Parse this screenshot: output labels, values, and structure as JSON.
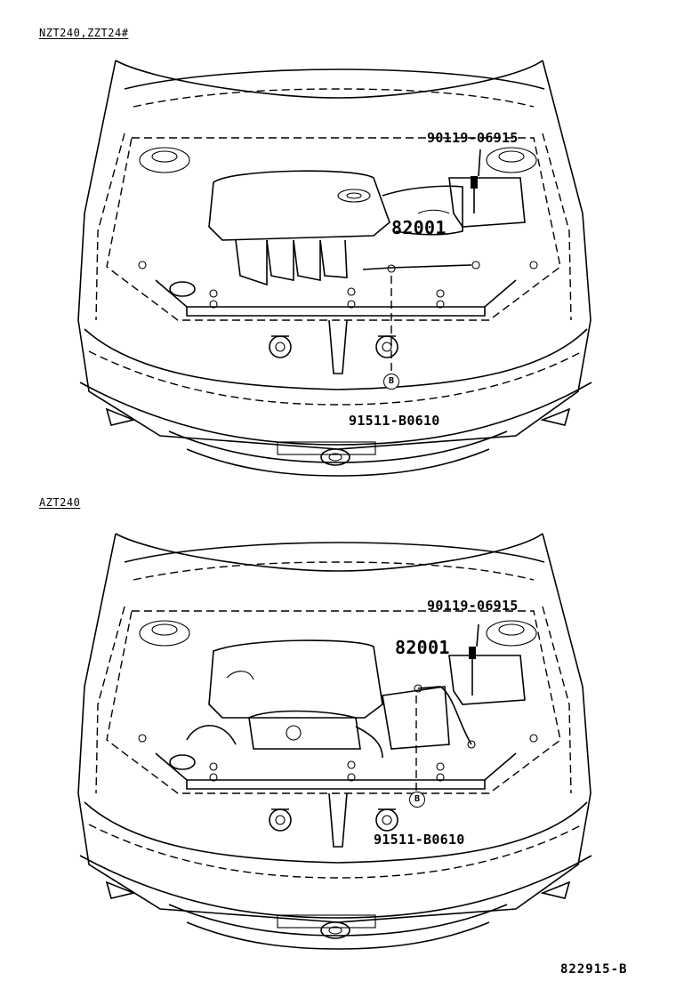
{
  "views": [
    {
      "model": "NZT240,ZZT24#",
      "parts": {
        "bolt": "90119-06915",
        "cable": "82001",
        "marker": "B",
        "clamp": "91511-B0610"
      }
    },
    {
      "model": "AZT240",
      "parts": {
        "bolt": "90119-06915",
        "cable": "82001",
        "marker": "B",
        "clamp": "91511-B0610"
      }
    }
  ],
  "document_code": "822915-B"
}
